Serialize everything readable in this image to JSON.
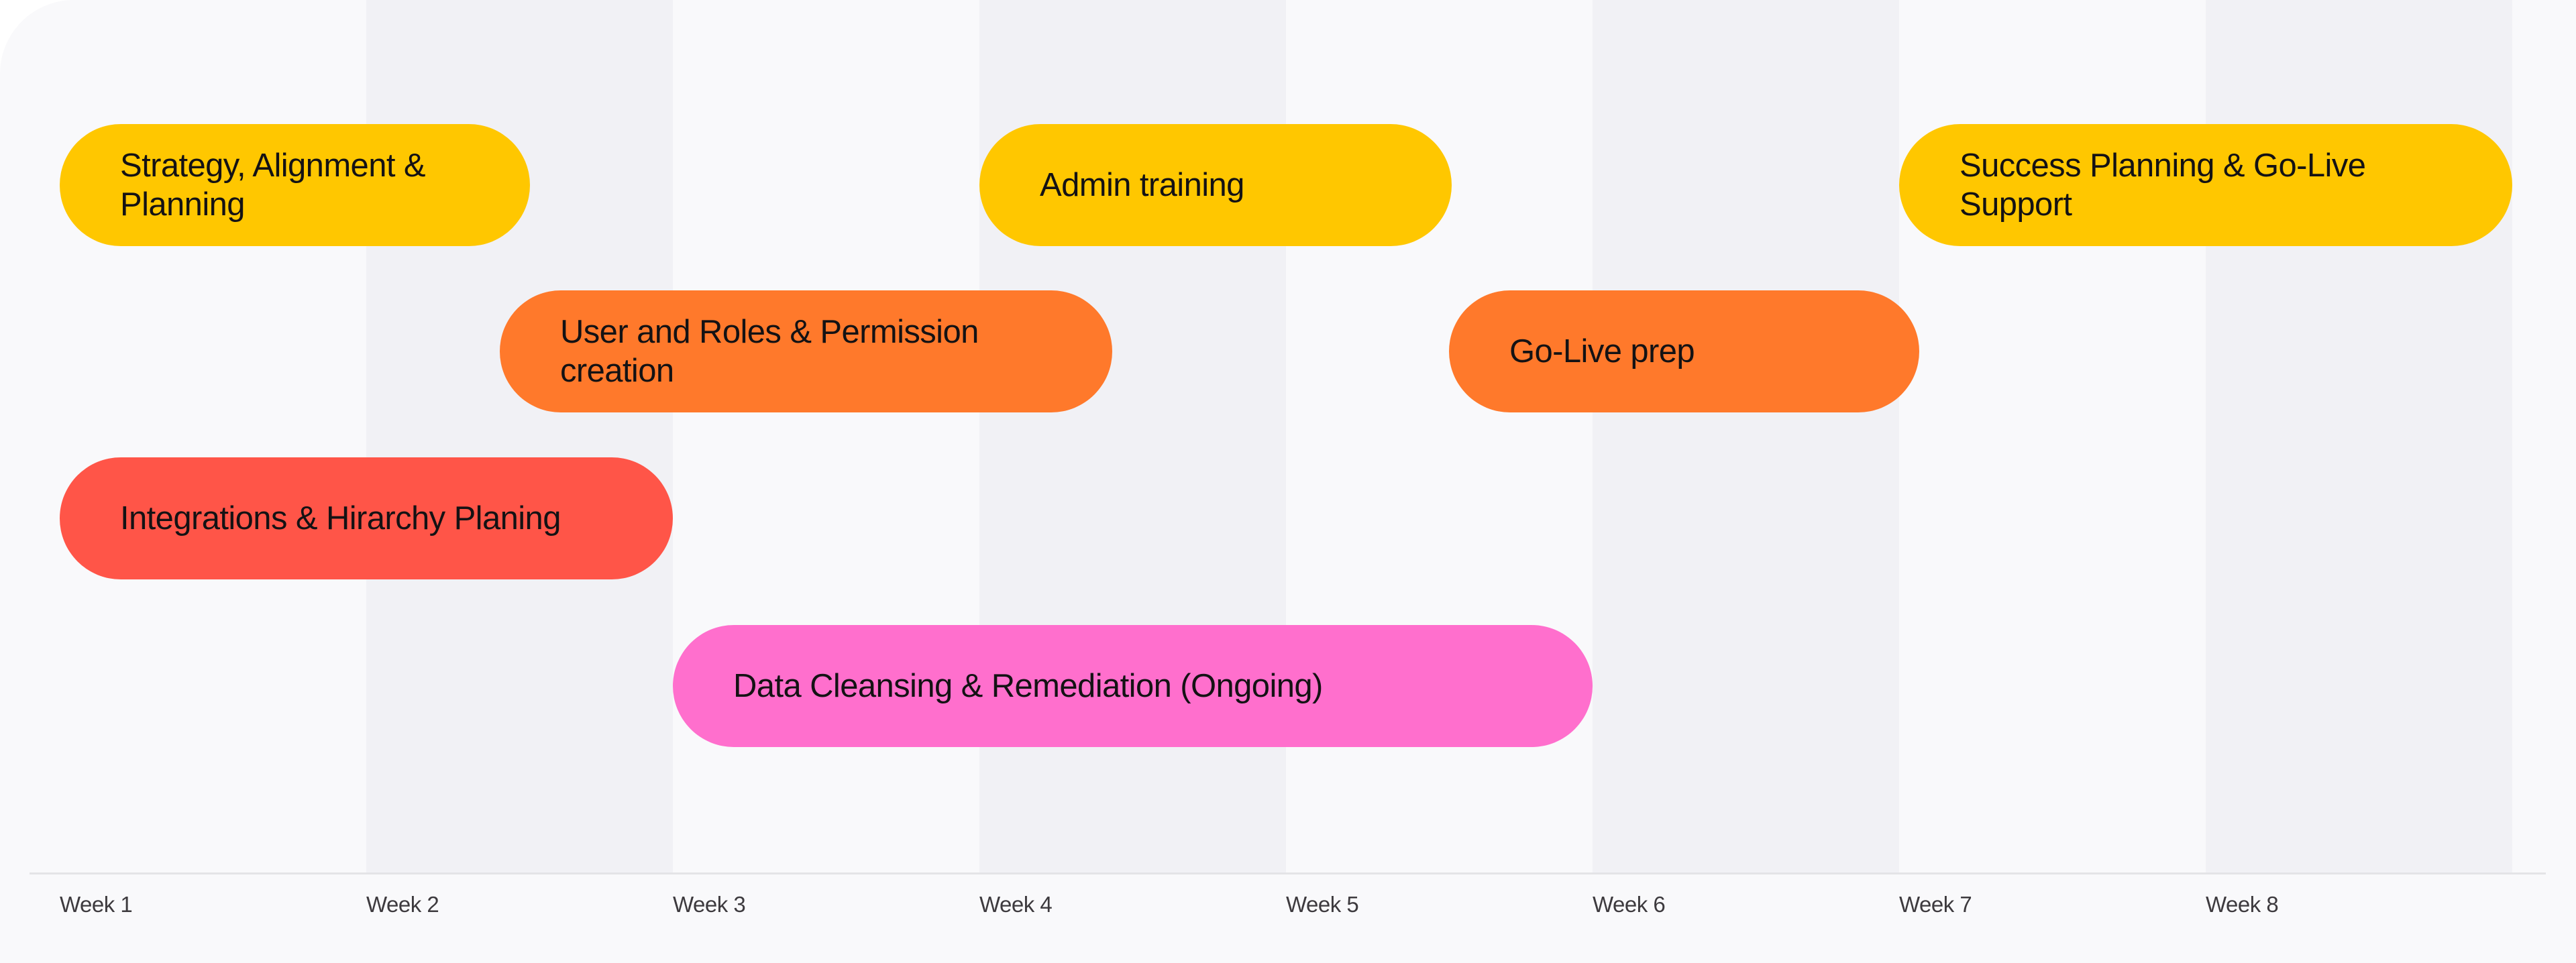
{
  "chart_data": {
    "type": "gantt",
    "title": "",
    "xlabel": "",
    "ylabel": "",
    "grid": "alternating column shading per week",
    "categories": [
      "Week 1",
      "Week 2",
      "Week 3",
      "Week 4",
      "Week 5",
      "Week 6",
      "Week 7",
      "Week 8"
    ],
    "tasks": [
      {
        "name": "Strategy, Alignment & Planning",
        "start_week": 1.0,
        "end_week": 2.5,
        "row": 1,
        "color": "#ffc700"
      },
      {
        "name": "Admin training",
        "start_week": 4.0,
        "end_week": 5.5,
        "row": 1,
        "color": "#ffc700"
      },
      {
        "name": "Success Planning & Go-Live Support",
        "start_week": 7.0,
        "end_week": 9.0,
        "row": 1,
        "color": "#ffc700"
      },
      {
        "name": "User and Roles & Permission creation",
        "start_week": 2.4,
        "end_week": 4.4,
        "row": 2,
        "color": "#ff792b"
      },
      {
        "name": "Go-Live prep",
        "start_week": 5.5,
        "end_week": 7.05,
        "row": 2,
        "color": "#ff792b"
      },
      {
        "name": "Integrations & Hirarchy Planing",
        "start_week": 1.0,
        "end_week": 3.0,
        "row": 3,
        "color": "#ff5548"
      },
      {
        "name": "Data Cleansing & Remediation (Ongoing)",
        "start_week": 3.0,
        "end_week": 6.0,
        "row": 4,
        "color": "#ff6fcd"
      }
    ]
  },
  "axis": {
    "weeks": [
      "Week 1",
      "Week 2",
      "Week 3",
      "Week 4",
      "Week 5",
      "Week 6",
      "Week 7",
      "Week 8"
    ]
  },
  "bars": [
    {
      "label": "Strategy, Alignment & Planning",
      "line1": "Strategy, Alignment &",
      "line2": "Planning"
    },
    {
      "label": "Admin training",
      "line1": "Admin training",
      "line2": ""
    },
    {
      "label": "Success Planning & Go-Live Support",
      "line1": "Success Planning & Go-Live",
      "line2": "Support"
    },
    {
      "label": "User and Roles & Permission creation",
      "line1": "User and Roles & Permission",
      "line2": "creation"
    },
    {
      "label": "Go-Live prep",
      "line1": "Go-Live prep",
      "line2": ""
    },
    {
      "label": "Integrations & Hirarchy Planing",
      "line1": "Integrations & Hirarchy Planing",
      "line2": ""
    },
    {
      "label": "Data Cleansing & Remediation (Ongoing)",
      "line1": "Data Cleansing & Remediation (Ongoing)",
      "line2": ""
    }
  ],
  "colors": {
    "yellow": "#ffc700",
    "orange": "#ff792b",
    "red": "#ff5548",
    "pink": "#ff6fcd",
    "shade_even": "#f1f1f5",
    "shade_odd": "#f9f9fb",
    "axis_line": "#e4e4e7",
    "label_text": "#3d3a3e"
  }
}
